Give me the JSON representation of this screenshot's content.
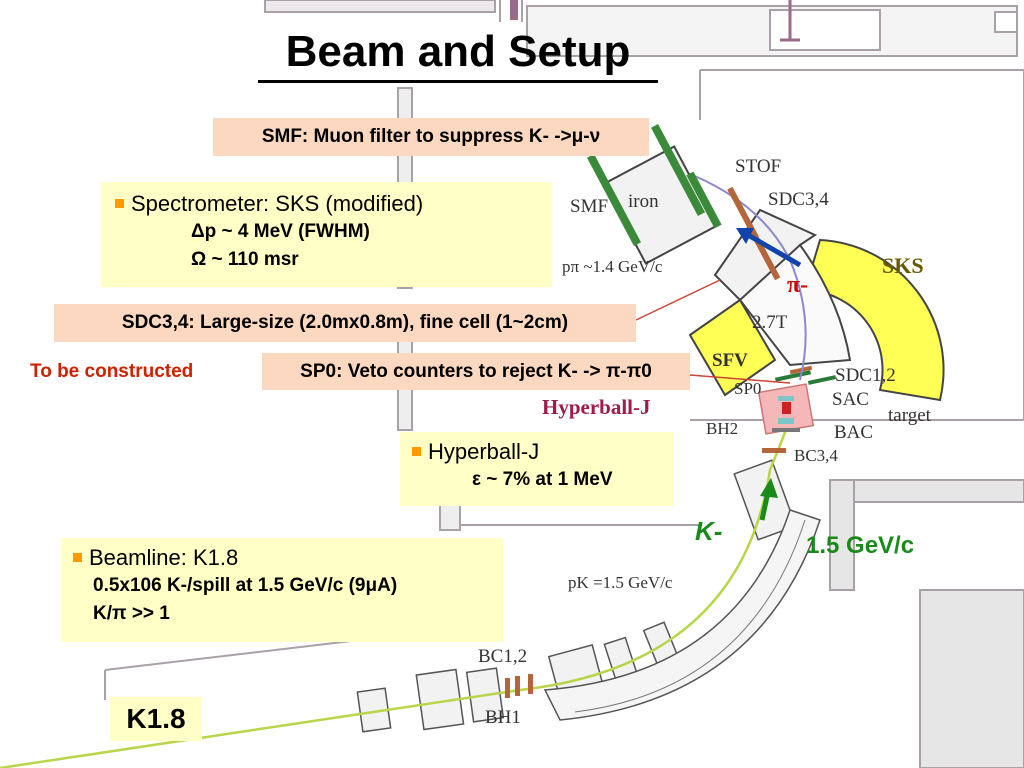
{
  "slide": {
    "title": "Beam and Setup",
    "k18_badge": "K1.8"
  },
  "callouts": {
    "smf": "SMF: Muon filter to suppress K- ->μ-ν",
    "sdc": "SDC3,4:  Large-size (2.0mx0.8m), fine cell (1~2cm)",
    "sp0": "SP0: Veto counters to reject K- -> π-π0",
    "to_be_constructed": "To be constructed"
  },
  "spectrometer": {
    "heading": "Spectrometer: SKS (modified)",
    "lines": [
      "Δp ~ 4 MeV (FWHM)",
      "Ω  ~ 110 msr"
    ]
  },
  "hyperball": {
    "heading": "Hyperball-J",
    "lines": [
      "ε ~ 7% at 1 MeV"
    ]
  },
  "beamline": {
    "heading": "Beamline:   K1.8",
    "lines": [
      "0.5x106 K-/spill at 1.5 GeV/c (9μA)",
      "K/π >> 1"
    ]
  },
  "diagram_labels": {
    "stof": "STOF",
    "smf": "SMF",
    "iron": "iron",
    "sdc34": "SDC3,4",
    "p_pi": "pπ ~1.4 GeV/c",
    "sks": "SKS",
    "field": "2.7T",
    "sfv": "SFV",
    "sdc12": "SDC1,2",
    "sp0": "SP0",
    "sac": "SAC",
    "target": "target",
    "hyperball_j": "Hyperball-J",
    "bh2": "BH2",
    "bac": "BAC",
    "bc34": "BC3,4",
    "p_k": "pK =1.5 GeV/c",
    "bc12": "BC1,2",
    "bh1": "BH1",
    "pi_minus": "π-",
    "k_minus": "K-",
    "beam_momentum": "1.5 GeV/c"
  },
  "colors": {
    "callout_peach": "#fbd8bf",
    "box_yellow": "#ffffc6",
    "magnet_yellow": "#ffff55",
    "accent_red": "#cc2200",
    "accent_green": "#1a8a1a",
    "arrow_blue": "#1144aa",
    "bullet_orange": "#ff9900"
  }
}
